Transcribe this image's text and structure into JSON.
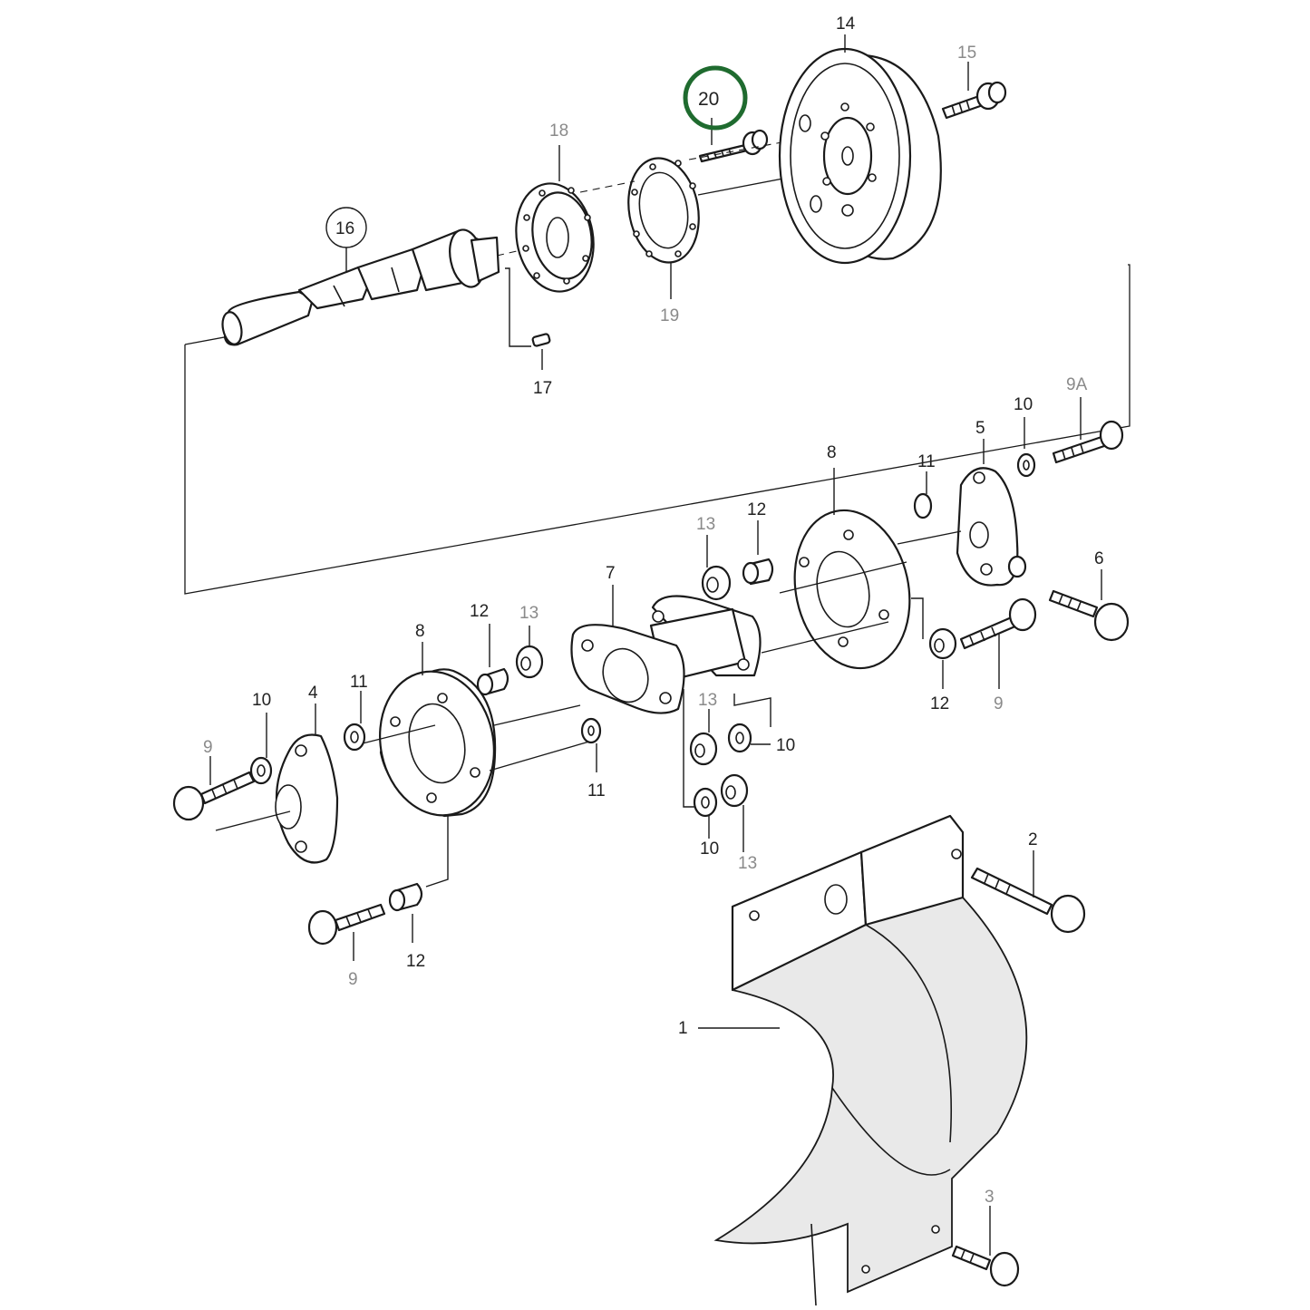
{
  "labels": {
    "p1": "1",
    "p2": "2",
    "p3": "3",
    "p4": "4",
    "p5": "5",
    "p6": "6",
    "p7": "7",
    "p8a": "8",
    "p8b": "8",
    "p9a": "9",
    "p9b": "9",
    "p9c": "9",
    "p9A": "9A",
    "p10a": "10",
    "p10b": "10",
    "p10c": "10",
    "p10d": "10",
    "p11a": "11",
    "p11b": "11",
    "p11c": "11",
    "p12a": "12",
    "p12b": "12",
    "p12c": "12",
    "p12d": "12",
    "p13a": "13",
    "p13b": "13",
    "p13c": "13",
    "p13d": "13",
    "p14": "14",
    "p15": "15",
    "p16": "16",
    "p17": "17",
    "p18": "18",
    "p19": "19",
    "p20": "20"
  },
  "highlight": {
    "part": "20",
    "color": "#1f6b2f"
  }
}
